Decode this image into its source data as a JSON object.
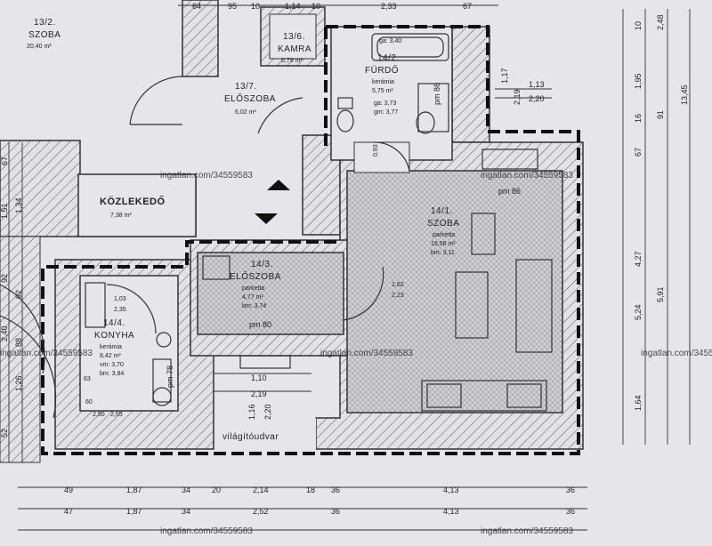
{
  "rooms": {
    "r13_2": {
      "id": "13/2.",
      "name": "SZOBA",
      "area": "20,40 m²"
    },
    "r13_6": {
      "id": "13/6.",
      "name": "KAMRA",
      "area": "0,79 m²"
    },
    "r13_7": {
      "id": "13/7.",
      "name": "ELŐSZOBA",
      "area": "6,02 m²"
    },
    "r14_2": {
      "id": "14/2.",
      "name": "FÜRDŐ",
      "floor": "kerámia",
      "area": "5,75 m²",
      "ga1": "ga: 3,40",
      "ga2": "ga: 3,73",
      "ga3": "gm: 3,77",
      "pm": "pm 86"
    },
    "kozl": {
      "name": "KÖZLEKEDŐ",
      "area": "7,38 m²"
    },
    "r14_1": {
      "id": "14/1.",
      "name": "SZOBA",
      "floor": "parketta",
      "area": "19,56 m²",
      "extra": "bm: 3,11",
      "pm": "pm 86"
    },
    "r14_3": {
      "id": "14/3.",
      "name": "ELŐSZOBA",
      "floor": "parketta",
      "area": "4,77 m²",
      "extra": "bm: 3,74",
      "pm": "pm 80"
    },
    "r14_4": {
      "id": "14/4.",
      "name": "KONYHA",
      "floor": "kerámia",
      "area": "8,42 m²",
      "vm": "vm: 3,70",
      "bm": "bm: 3,84",
      "pm": "pm 78"
    },
    "court": {
      "name": "világítóudvar"
    }
  },
  "top_dims": [
    "64",
    "95",
    "10",
    "1,14",
    "10",
    "2,33",
    "67"
  ],
  "right_dims": {
    "col1": [
      "10",
      "1,95",
      "16",
      "67",
      "4,27",
      "1,64"
    ],
    "col2": [
      "2,48",
      "91",
      "5,91"
    ],
    "col3": [
      "13,45"
    ],
    "col4": [
      "5,24"
    ],
    "bath": [
      "1,17",
      "2,19",
      "1,13",
      "2,20"
    ]
  },
  "left_dims": [
    "67",
    "1,51",
    "1,34",
    "92",
    "92",
    "2,40",
    "88",
    "1,26",
    "52"
  ],
  "inner_dims": [
    "1,10",
    "2,19",
    "1,16",
    "2,20",
    "1,62",
    "2,23",
    "0,93",
    "1,03",
    "2,35",
    "2,50",
    "2,55",
    "60",
    "63"
  ],
  "bottom_row1": [
    "49",
    "1,87",
    "34",
    "20",
    "2,14",
    "18",
    "36",
    "4,13",
    "36"
  ],
  "bottom_row2": [
    "47",
    "1,87",
    "34",
    "2,52",
    "36",
    "4,13",
    "36"
  ],
  "watermark": "ingatlan.com/34559583",
  "colors": {
    "paper": "#e6e6ea",
    "ink": "#2a2a2a",
    "hatch": "#555555"
  }
}
